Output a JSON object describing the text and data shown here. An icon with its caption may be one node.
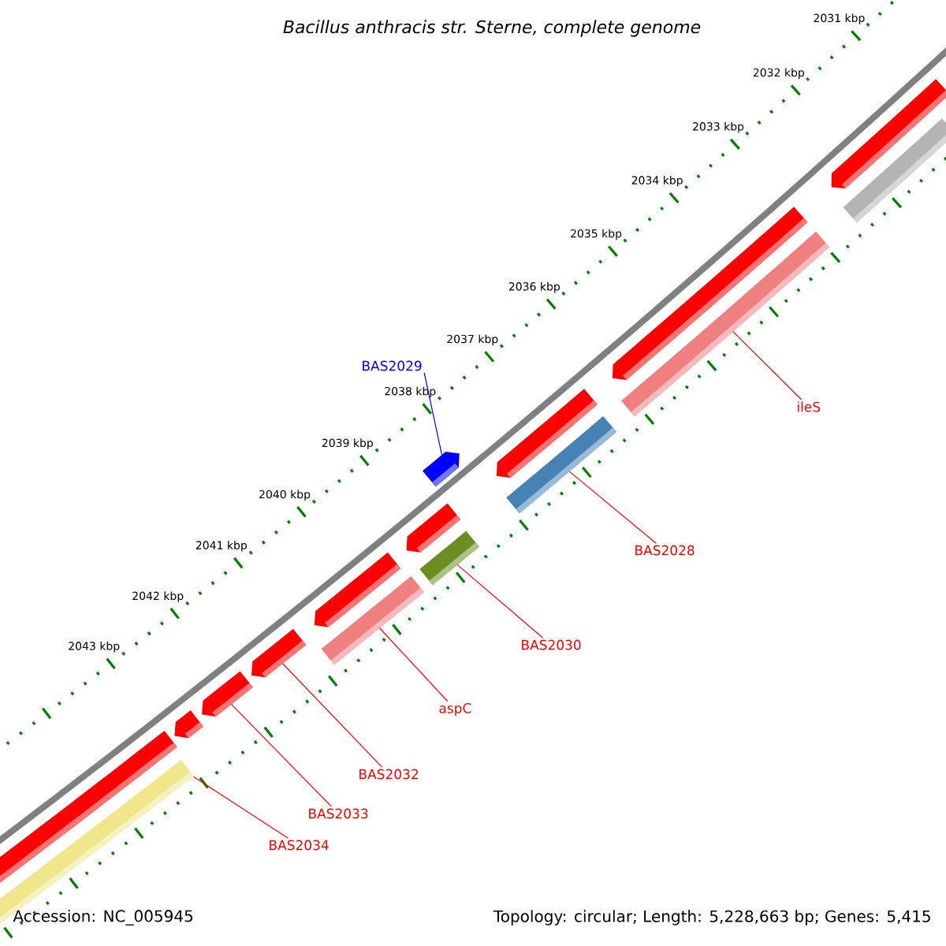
{
  "diagram": {
    "title": "Bacillus anthracis str. Sterne, complete genome",
    "nodes": [
      {
        "text": [
          "BAS2029"
        ]
      },
      {
        "text": [
          "ileS"
        ]
      },
      {
        "text": [
          "BAS2028"
        ]
      },
      {
        "text": [
          "BAS2030"
        ]
      },
      {
        "text": [
          "aspC"
        ]
      },
      {
        "text": [
          "BAS2032"
        ]
      },
      {
        "text": [
          "BAS2033"
        ]
      },
      {
        "text": [
          "BAS2034"
        ]
      },
      {
        "text": [],
        "shape": "bar"
      },
      {
        "text": [],
        "shape": "bar"
      },
      {
        "text": [],
        "shape": "bar"
      },
      {
        "text": [],
        "shape": "bar"
      },
      {
        "text": [],
        "shape": "bar"
      },
      {
        "text": [],
        "shape": "bar"
      },
      {
        "text": [],
        "shape": "bar"
      },
      {
        "text": [],
        "shape": "bar"
      },
      {
        "text": [],
        "shape": "bar"
      },
      {
        "text": [],
        "shape": "bar"
      },
      {
        "text": [],
        "shape": "bar"
      },
      {
        "text": [],
        "shape": "bar"
      },
      {
        "text": [],
        "shape": "bar"
      },
      {
        "text": [],
        "shape": "bar"
      },
      {
        "text": [],
        "shape": "bar"
      },
      {
        "text": [],
        "shape": "bar"
      }
    ],
    "edges": [
      {
        "from": 0,
        "to": 17,
        "arrow": "none",
        "color": "#0000ff"
      },
      {
        "from": 1,
        "to": 20,
        "arrow": "none"
      },
      {
        "from": 2,
        "to": 18,
        "arrow": "none"
      },
      {
        "from": 3,
        "to": 15,
        "arrow": "none"
      },
      {
        "from": 4,
        "to": 13,
        "arrow": "none"
      },
      {
        "from": 5,
        "to": 12,
        "arrow": "none"
      },
      {
        "from": 6,
        "to": 11,
        "arrow": "none"
      },
      {
        "from": 7,
        "to": 8,
        "arrow": "none"
      }
    ],
    "labels": [
      "2031 kbp",
      "2032 kbp",
      "2033 kbp",
      "2034 kbp",
      "2035 kbp",
      "2036 kbp",
      "2037 kbp",
      "2038 kbp",
      "2039 kbp",
      "2040 kbp",
      "2041 kbp",
      "2042 kbp",
      "2043 kbp",
      "Accession: NC_005945",
      "Topology: circular; Length: 5,228,663 bp; Genes: 5,415"
    ]
  }
}
